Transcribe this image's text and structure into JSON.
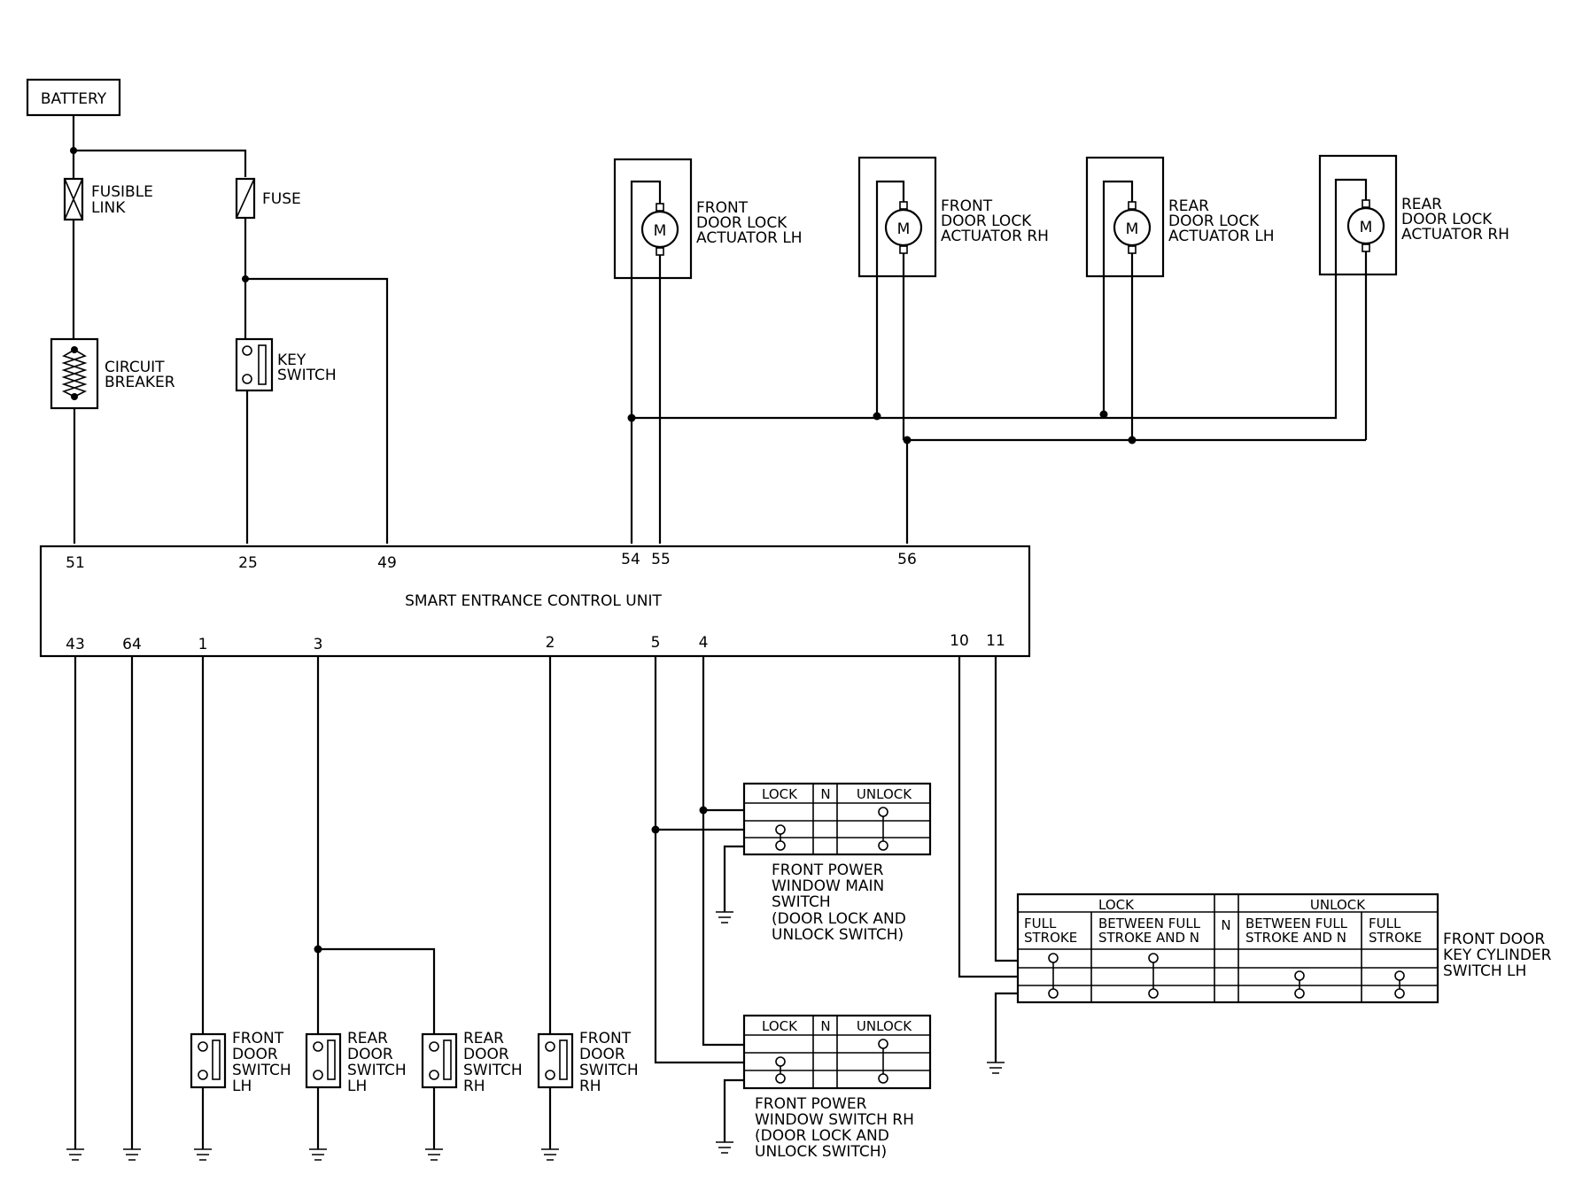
{
  "power": {
    "battery": "BATTERY",
    "fusible_link": [
      "FUSIBLE",
      "LINK"
    ],
    "fuse": "FUSE",
    "circuit_breaker": [
      "CIRCUIT",
      "BREAKER"
    ],
    "key_switch": [
      "KEY",
      "SWITCH"
    ]
  },
  "actuators": {
    "front_lh": [
      "FRONT",
      "DOOR LOCK",
      "ACTUATOR LH"
    ],
    "front_rh": [
      "FRONT",
      "DOOR LOCK",
      "ACTUATOR RH"
    ],
    "rear_lh": [
      "REAR",
      "DOOR LOCK",
      "ACTUATOR LH"
    ],
    "rear_rh": [
      "REAR",
      "DOOR LOCK",
      "ACTUATOR RH"
    ],
    "motor_symbol": "M"
  },
  "control_unit": {
    "name": "SMART ENTRANCE CONTROL UNIT",
    "top_pins": [
      "51",
      "25",
      "49",
      "54",
      "55",
      "56"
    ],
    "bottom_pins": [
      "43",
      "64",
      "1",
      "3",
      "2",
      "5",
      "4",
      "10",
      "11"
    ]
  },
  "door_switches": {
    "front_lh": [
      "FRONT",
      "DOOR",
      "SWITCH",
      "LH"
    ],
    "rear_lh": [
      "REAR",
      "DOOR",
      "SWITCH",
      "LH"
    ],
    "rear_rh": [
      "REAR",
      "DOOR",
      "SWITCH",
      "RH"
    ],
    "front_rh": [
      "FRONT",
      "DOOR",
      "SWITCH",
      "RH"
    ]
  },
  "window_main_switch": {
    "headers": [
      "LOCK",
      "N",
      "UNLOCK"
    ],
    "label": [
      "FRONT POWER",
      "WINDOW MAIN",
      "SWITCH",
      "(DOOR LOCK AND",
      "UNLOCK SWITCH)"
    ]
  },
  "window_switch_rh": {
    "headers": [
      "LOCK",
      "N",
      "UNLOCK"
    ],
    "label": [
      "FRONT POWER",
      "WINDOW SWITCH RH",
      "(DOOR LOCK AND",
      "UNLOCK SWITCH)"
    ]
  },
  "key_cylinder": {
    "groups": [
      "LOCK",
      "N",
      "UNLOCK"
    ],
    "columns": [
      [
        "FULL",
        "STROKE"
      ],
      [
        "BETWEEN FULL",
        "STROKE AND N"
      ],
      [
        "BETWEEN FULL",
        "STROKE AND N"
      ],
      [
        "FULL",
        "STROKE"
      ]
    ],
    "label": [
      "FRONT DOOR",
      "KEY CYLINDER",
      "SWITCH LH"
    ]
  }
}
